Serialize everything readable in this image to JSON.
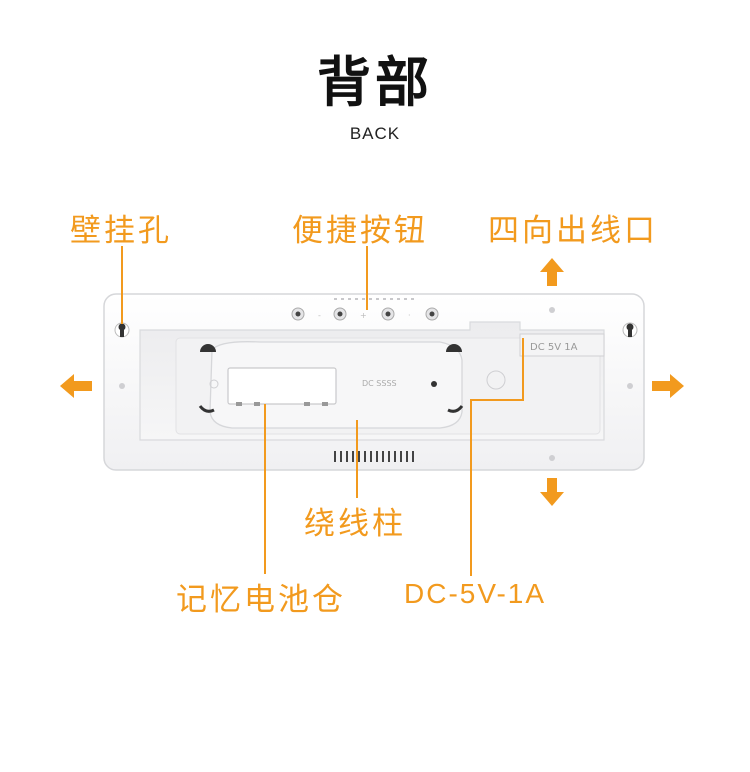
{
  "header": {
    "title": "背部",
    "subtitle": "BACK"
  },
  "labels": {
    "wall_hole": "壁挂孔",
    "shortcut_buttons": "便捷按钮",
    "cable_outlets": "四向出线口",
    "winding_post": "绕线柱",
    "memory_battery": "记忆电池仓",
    "dc_input": "DC-5V-1A"
  },
  "device": {
    "jack_label": "DC 5V 1A",
    "port_mark": "DC SSSS"
  },
  "colors": {
    "accent": "#f29a1e",
    "device": "#f7f7f8",
    "device_edge": "#d9dadd"
  }
}
